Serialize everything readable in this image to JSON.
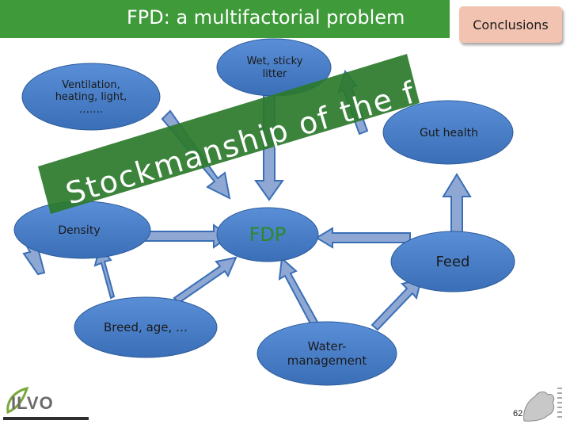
{
  "header": {
    "title": "FPD:  a multifactorial problem",
    "conclusions_button": "Conclusions",
    "title_bar_color": "#3f9a3a",
    "conclusions_color": "#f2c3b1"
  },
  "diagram": {
    "nodes": {
      "ventilation": "Ventilation,\nheating, light,\n…….",
      "wet_litter": "Wet, sticky\nlitter",
      "gut_health": "Gut health",
      "density": "Density",
      "fdp": "FDP",
      "feed": "Feed",
      "breed": "Breed, age, …",
      "water": "Water-\nmanagement"
    },
    "banner_text": "Stockmanship of the farmer !",
    "node_color": "#3a6fb7",
    "arrow_color": "#8ea7d3",
    "banner_color": "#2b7a2b",
    "fdp_text_color": "#2a8a2a"
  },
  "footer": {
    "logo": "ILVO",
    "slide_number": "62"
  }
}
